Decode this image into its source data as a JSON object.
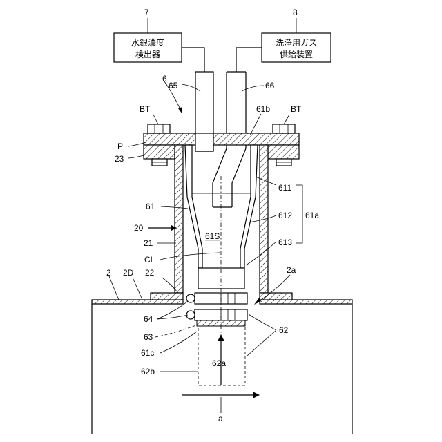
{
  "boxes": {
    "detector": {
      "line1": "水銀濃度",
      "line2": "検出器",
      "ref": "7"
    },
    "gas_supply": {
      "line1": "洗浄用ガス",
      "line2": "供給装置",
      "ref": "8"
    }
  },
  "labels": {
    "l6": "6",
    "l65": "65",
    "l66": "66",
    "bt_left": "BT",
    "bt_right": "BT",
    "l61b": "61b",
    "lP": "P",
    "l23": "23",
    "l611": "611",
    "l612": "612",
    "l613": "613",
    "l61a": "61a",
    "l61": "61",
    "l20": "20",
    "l21": "21",
    "l61S": "61S",
    "lCL": "CL",
    "l2": "2",
    "l2D": "2D",
    "l22": "22",
    "l2a": "2a",
    "l64": "64",
    "l62": "62",
    "l63": "63",
    "l61c": "61c",
    "l62a": "62a",
    "l62b": "62b",
    "la": "a"
  }
}
